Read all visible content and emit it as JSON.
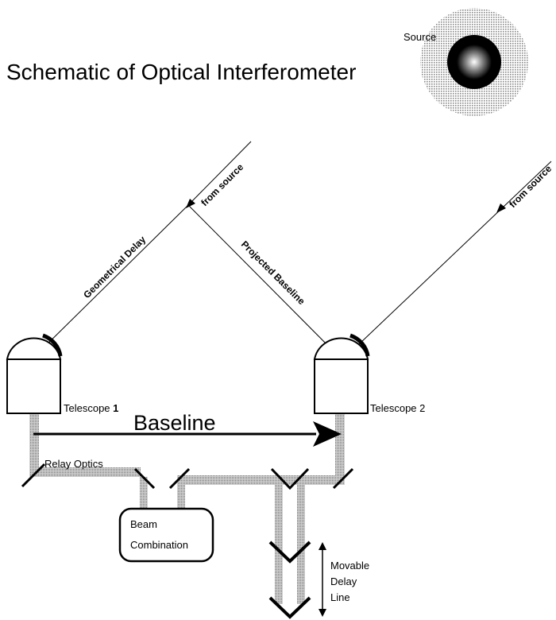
{
  "title": "Schematic of Optical Interferometer",
  "labels": {
    "source": "Source",
    "from_source_1": "from source",
    "from_source_2": "from source",
    "geometrical_delay": "Geometrical Delay",
    "projected_baseline": "Projected Baseline",
    "telescope_1_prefix": "Telescope ",
    "telescope_1_num": "1",
    "telescope_2": "Telescope 2",
    "baseline": "Baseline",
    "relay_optics": "Relay Optics",
    "beam_combination_line1": "Beam",
    "beam_combination_line2": "Combination",
    "delay_line_1": "Movable",
    "delay_line_2": "Delay",
    "delay_line_3": "Line"
  },
  "colors": {
    "ink": "#000000",
    "beam": "#bfbfbf",
    "background": "#ffffff"
  }
}
